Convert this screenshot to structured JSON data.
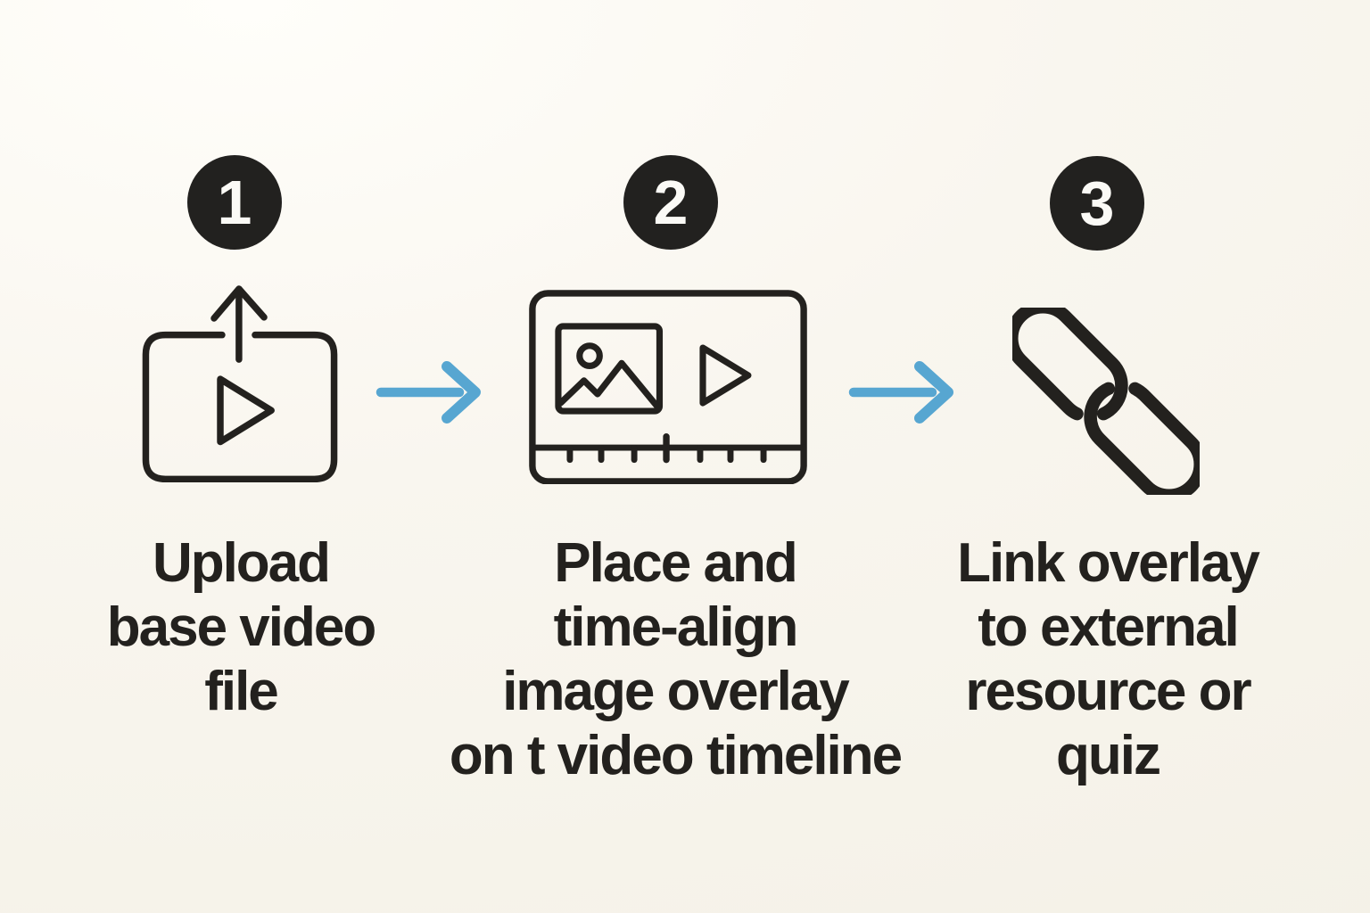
{
  "colors": {
    "background": "#f9f6ef",
    "ink": "#23211e",
    "badge_fill": "#22211f",
    "badge_number": "#fbfaf6",
    "arrow_blue": "#57a6d1"
  },
  "steps": [
    {
      "number": "1",
      "icon": "upload-video-icon",
      "lines": [
        "Upload",
        "base video",
        "file"
      ]
    },
    {
      "number": "2",
      "icon": "image-overlay-timeline-icon",
      "lines": [
        "Place and",
        "time-align",
        "image overlay",
        "on t video timeline"
      ]
    },
    {
      "number": "3",
      "icon": "link-chain-icon",
      "lines": [
        "Link overlay",
        "to external",
        "resource or",
        "quiz"
      ]
    }
  ],
  "connectors": [
    {
      "icon": "arrow-right-icon"
    },
    {
      "icon": "arrow-right-icon"
    }
  ]
}
